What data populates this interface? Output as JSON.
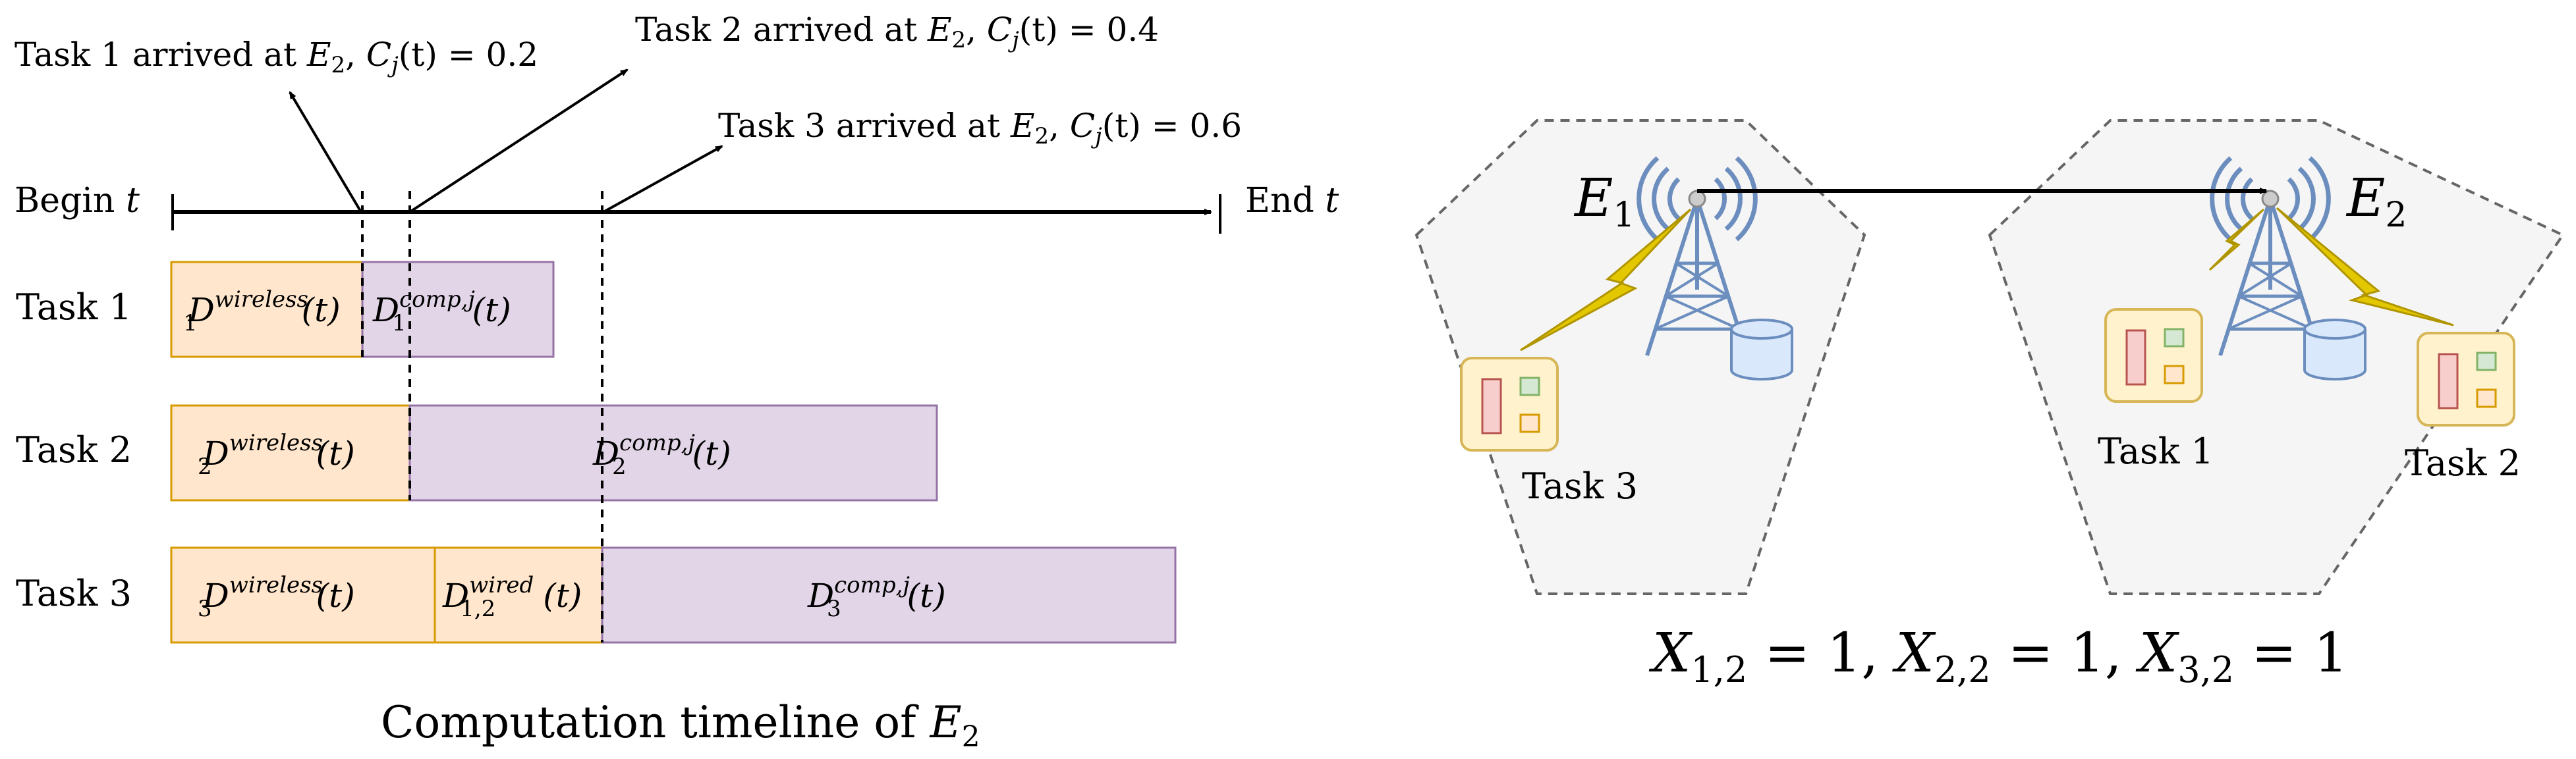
{
  "timeline": {
    "annotations": [
      {
        "lead": "Task 1 arrived at ",
        "E": "E",
        "Esub": "2",
        "mid": ", ",
        "C": "C",
        "Csub": "j",
        "tail": "(t) = 0.2"
      },
      {
        "lead": "Task 2 arrived at ",
        "E": "E",
        "Esub": "2",
        "mid": ", ",
        "C": "C",
        "Csub": "j",
        "tail": "(t) = 0.4"
      },
      {
        "lead": "Task 3 arrived at ",
        "E": "E",
        "Esub": "2",
        "mid": ", ",
        "C": "C",
        "Csub": "j",
        "tail": "(t) = 0.6"
      }
    ],
    "begin_label": "Begin ",
    "end_label": "End ",
    "t_symbol": "t",
    "tasks": [
      {
        "label": "Task 1",
        "segments": [
          {
            "base": "D",
            "sub": "1",
            "sup": "wireless",
            "arg": "(t)"
          },
          {
            "base": "D",
            "sub": "1",
            "sup": "comp,j",
            "arg": "(t)"
          }
        ]
      },
      {
        "label": "Task 2",
        "segments": [
          {
            "base": "D",
            "sub": "2",
            "sup": "wireless",
            "arg": "(t)"
          },
          {
            "base": "D",
            "sub": "2",
            "sup": "comp,j",
            "arg": "(t)"
          }
        ]
      },
      {
        "label": "Task 3",
        "segments": [
          {
            "base": "D",
            "sub": "3",
            "sup": "wireless",
            "arg": "(t)"
          },
          {
            "base": "D",
            "sub": "1,2",
            "sup": "wired",
            "arg": "(t)"
          },
          {
            "base": "D",
            "sub": "3",
            "sup": "comp,j",
            "arg": "(t)"
          }
        ]
      }
    ],
    "caption": {
      "text": "Computation timeline of ",
      "E": "E",
      "Esub": "2"
    }
  },
  "network": {
    "cells": [
      {
        "E": "E",
        "Esub": "1"
      },
      {
        "E": "E",
        "Esub": "2"
      }
    ],
    "device_labels": [
      "Task 3",
      "Task 1",
      "Task 2"
    ],
    "equation": [
      {
        "X": "X",
        "sub": "1,2",
        "rhs": " = 1, "
      },
      {
        "X": "X",
        "sub": "2,2",
        "rhs": " = 1, "
      },
      {
        "X": "X",
        "sub": "3,2",
        "rhs": " = 1"
      }
    ]
  },
  "colors": {
    "wireless_fill": "#ffe6cc",
    "wireless_stroke": "#d79b00",
    "comp_fill": "#e1d5e7",
    "comp_stroke": "#9673a6",
    "hex_fill": "#f5f5f5",
    "hex_stroke": "#666666",
    "tower": "#6c8ebf",
    "bolt_fill": "#e3c800",
    "bolt_stroke": "#b09500",
    "device_fill": "#fff2cc",
    "device_stroke": "#d6b656",
    "db_fill": "#dae8fc"
  }
}
